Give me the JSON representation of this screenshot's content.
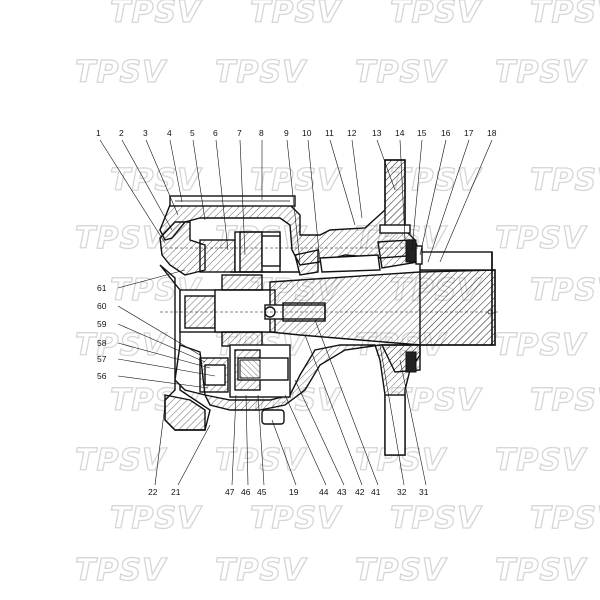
{
  "watermark": {
    "text": "TPSV"
  },
  "callouts_top": [
    "1",
    "2",
    "3",
    "4",
    "5",
    "6",
    "7",
    "8",
    "9",
    "10",
    "11",
    "12",
    "13",
    "14",
    "15",
    "16",
    "17",
    "18"
  ],
  "callouts_left": [
    "61",
    "60",
    "59",
    "58",
    "57",
    "56"
  ],
  "callouts_bottom": [
    "22",
    "21",
    "47",
    "46",
    "45",
    "19",
    "44",
    "43",
    "42",
    "41",
    "32",
    "31"
  ]
}
